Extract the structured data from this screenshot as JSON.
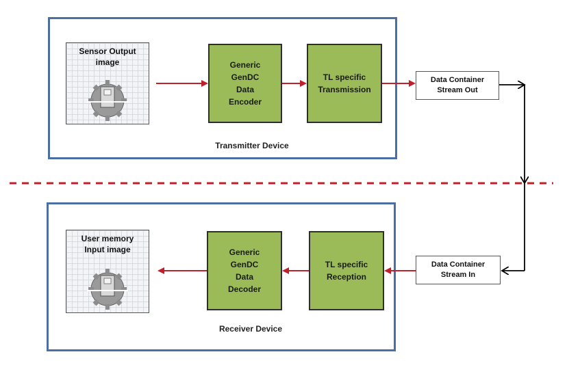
{
  "transmitter": {
    "device_label": "Transmitter Device",
    "sensor_image_label": "Sensor Output\nimage",
    "encoder_label": "Generic\nGenDC\nData\nEncoder",
    "transmission_label": "TL specific\nTransmission"
  },
  "receiver": {
    "device_label": "Receiver Device",
    "user_image_label": "User memory\nInput image",
    "decoder_label": "Generic\nGenDC\nData\nDecoder",
    "reception_label": "TL specific\nReception"
  },
  "streams": {
    "out_label": "Data Container\nStream Out",
    "in_label": "Data Container\nStream In"
  },
  "colors": {
    "frame": "#4a6fa5",
    "block": "#9bbb59",
    "arrow_red": "#c0202a",
    "arrow_black": "#000000",
    "divider": "#c0202a"
  },
  "icons": {
    "sensor_image": "gear-icon",
    "user_image": "gear-icon"
  }
}
